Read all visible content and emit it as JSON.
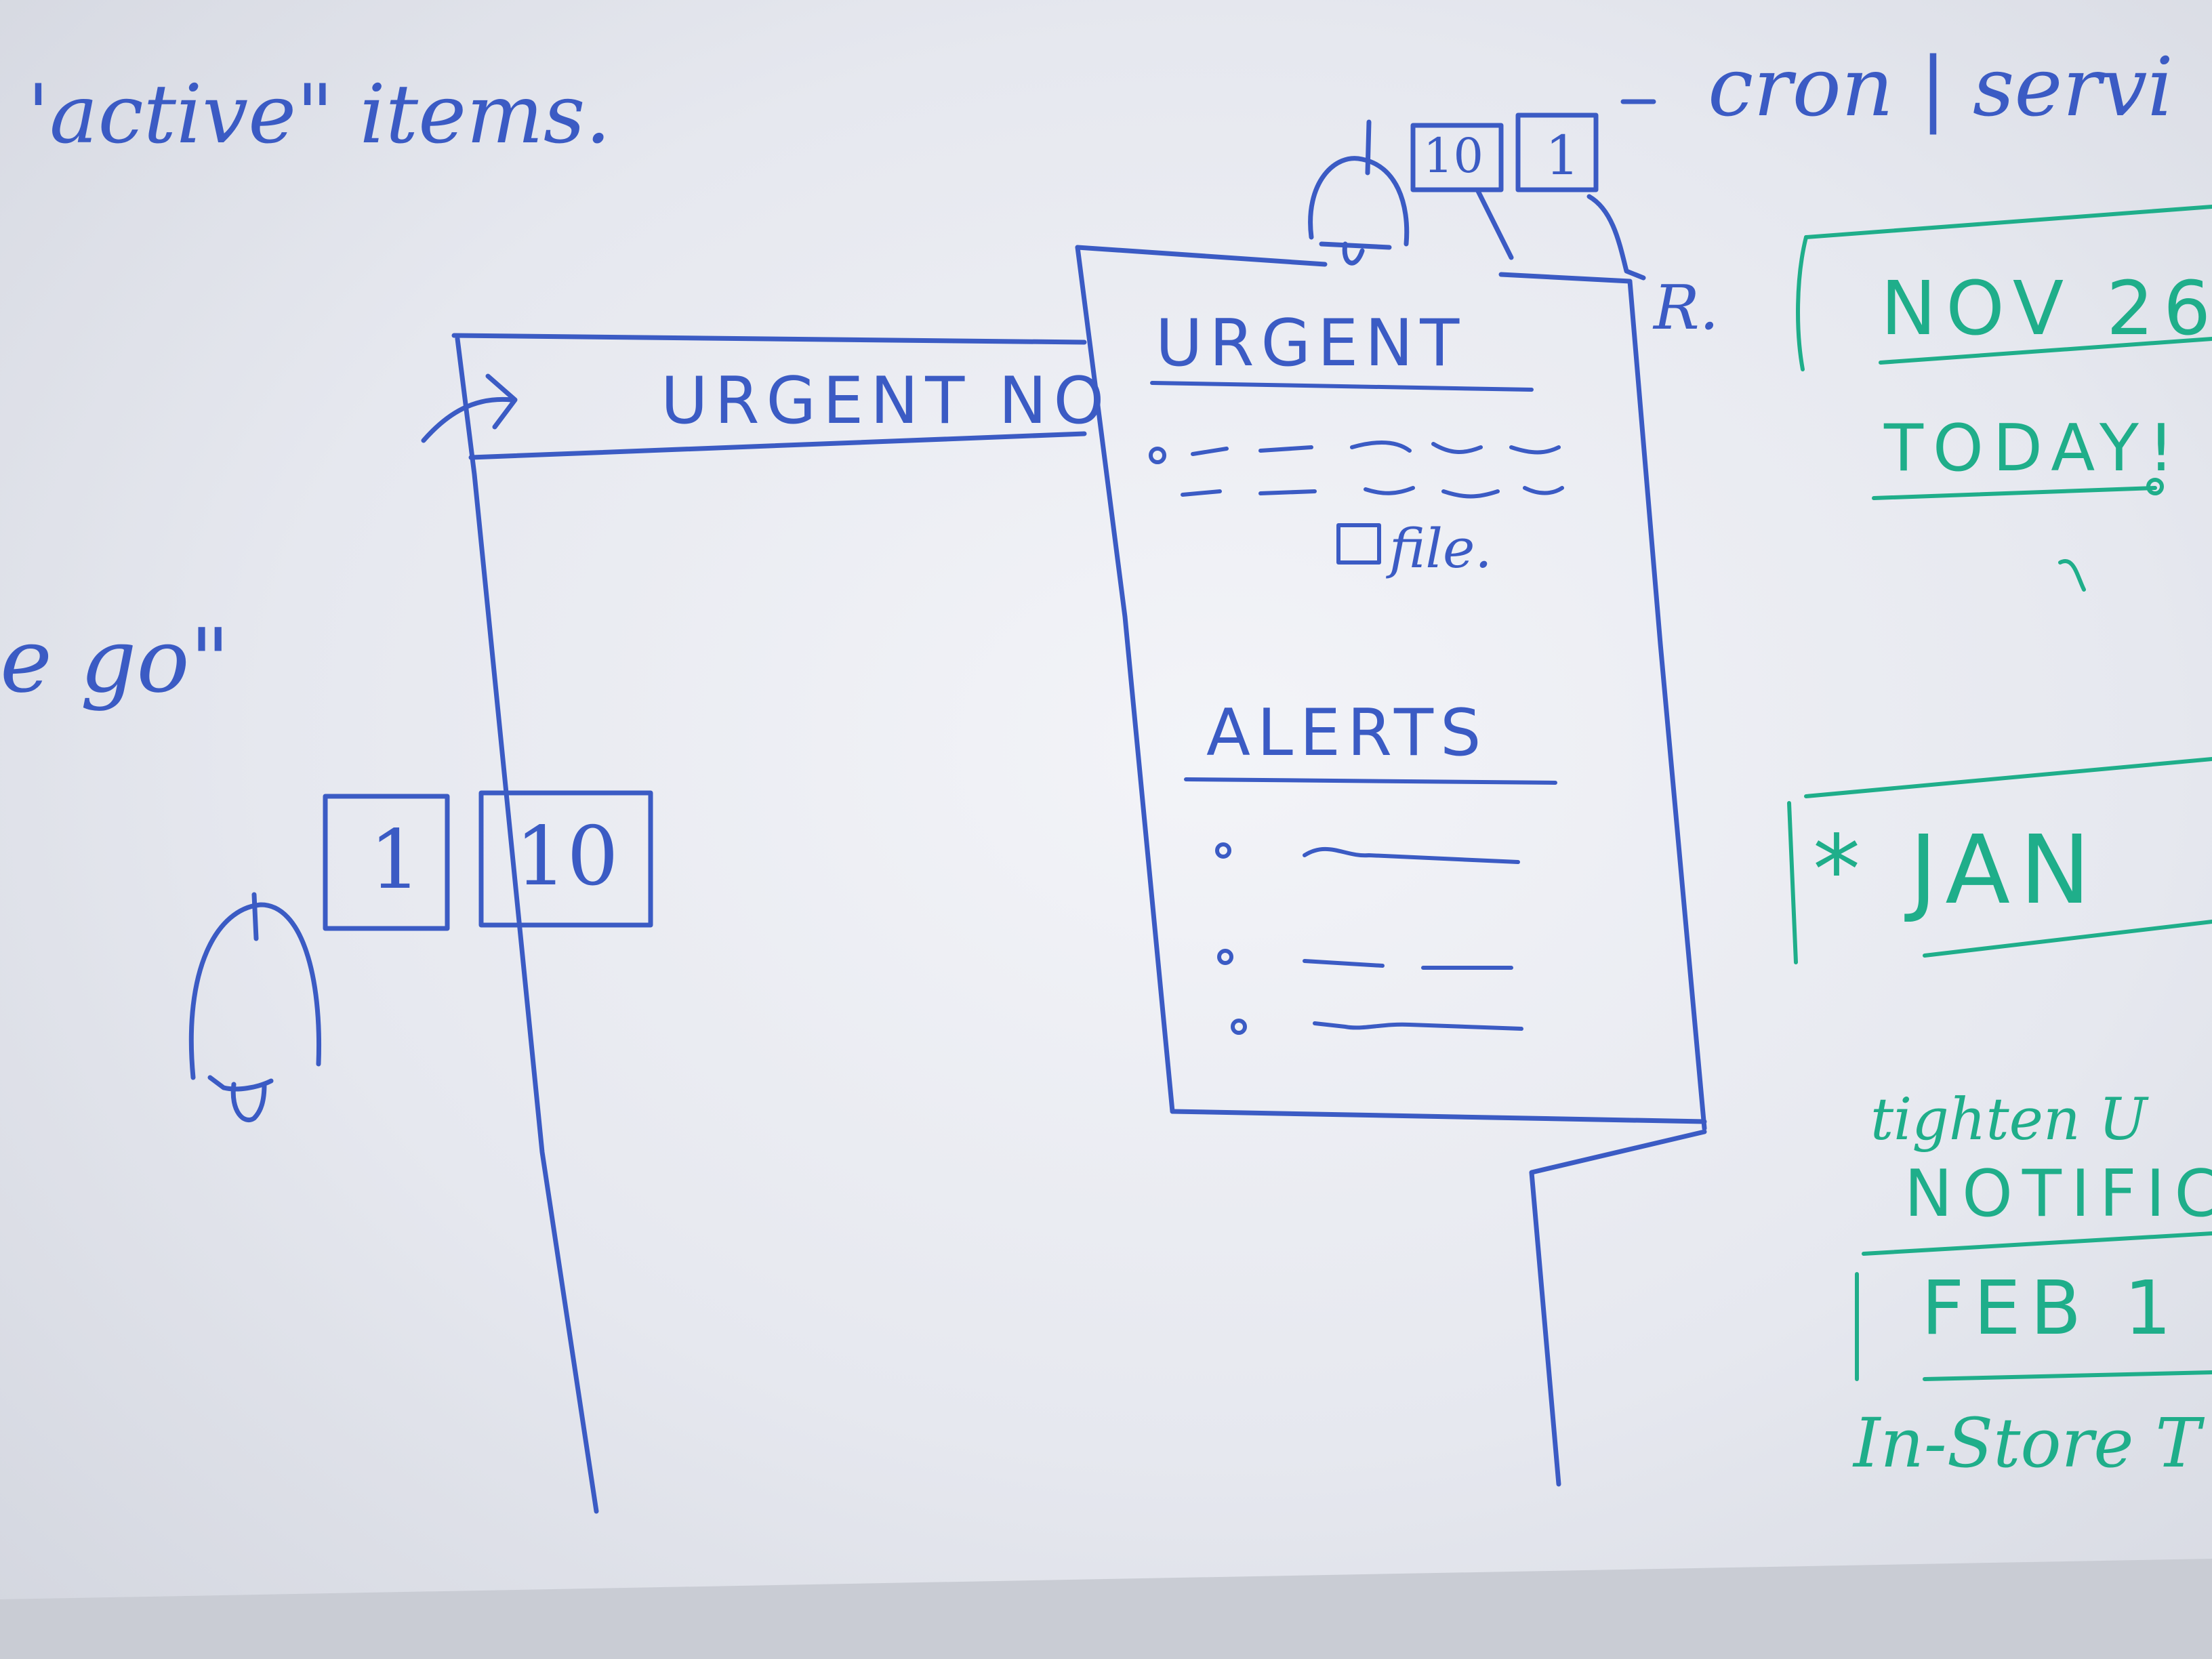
{
  "colors": {
    "board": "#e9ebf1",
    "blue_marker": "#3b5bc4",
    "green_marker": "#1fae8a",
    "frame": "#c9ccd4"
  },
  "text": {
    "active_items": "'active\" items.",
    "cron_service": "cron | servi",
    "go": "e go\"",
    "urgent_no": "URGENT NO",
    "urgent": "URGENT",
    "file": "file.",
    "alerts": "ALERTS",
    "r_label": "R.",
    "badge_1_left": "1",
    "badge_10_left": "10",
    "badge_10_top": "10",
    "badge_1_top": "1",
    "nov26": "NOV 26",
    "today": "TODAY!",
    "jan": "* JAN",
    "tighten": "tighten U",
    "notifica": "NOTIFICA",
    "feb": "FEB 1",
    "instore": "In-Store T"
  },
  "icons": [
    "bell-icon-left",
    "bell-icon-top",
    "arrow-icon",
    "checkbox-icon",
    "bullet-icon"
  ]
}
